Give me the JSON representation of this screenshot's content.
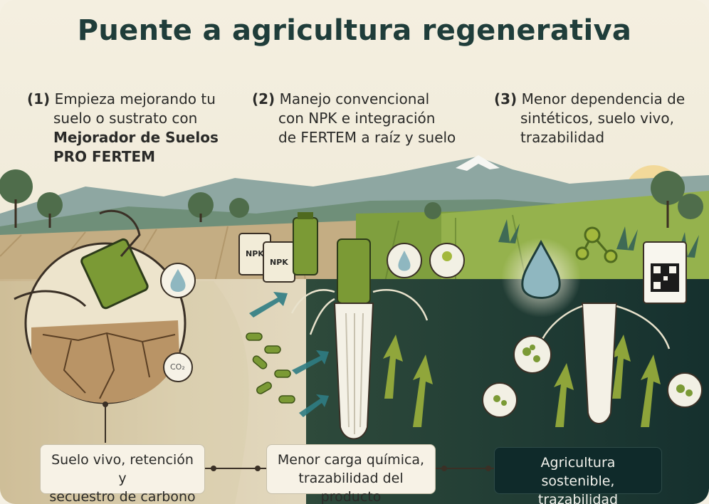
{
  "title": "Puente a agricultura regenerativa",
  "steps": [
    {
      "number": "(1)",
      "line1": "Empieza mejorando tu",
      "line2": "suelo o sustrato con",
      "bold1": "Mejorador de Suelos",
      "bold2": "PRO FERTEM"
    },
    {
      "number": "(2)",
      "line1": "Manejo convencional",
      "line2": "con NPK e integración",
      "line3": "de FERTEM a raíz y suelo"
    },
    {
      "number": "(3)",
      "line1": "Menor dependencia de",
      "line2": "sintéticos, suelo vivo,",
      "line3": "trazabilidad"
    }
  ],
  "bottom_boxes": [
    {
      "line1": "Suelo vivo, retención y",
      "line2": "secuestro de carbono"
    },
    {
      "line1": "Menor carga química,",
      "line2": "trazabilidad del producto"
    },
    {
      "line1": "Agricultura sostenible,",
      "line2": "trazabilidad certificada"
    }
  ],
  "labels": {
    "npk_bag": "NPK",
    "co2": "CO₂"
  },
  "icons": [
    "water-drop-icon",
    "carbon-molecule-icon",
    "qr-code-icon",
    "fertilizer-bottle-icon",
    "co2-bubble-icon",
    "sun-icon",
    "mountain-icon"
  ],
  "colors": {
    "title": "#1f3d3a",
    "dry_soil": "#c8b58f",
    "conventional_soil": "#ddd2b6",
    "living_soil": "#1d3a34",
    "leaf_green": "#7b9a35",
    "dark_box": "#0f2a2a"
  }
}
